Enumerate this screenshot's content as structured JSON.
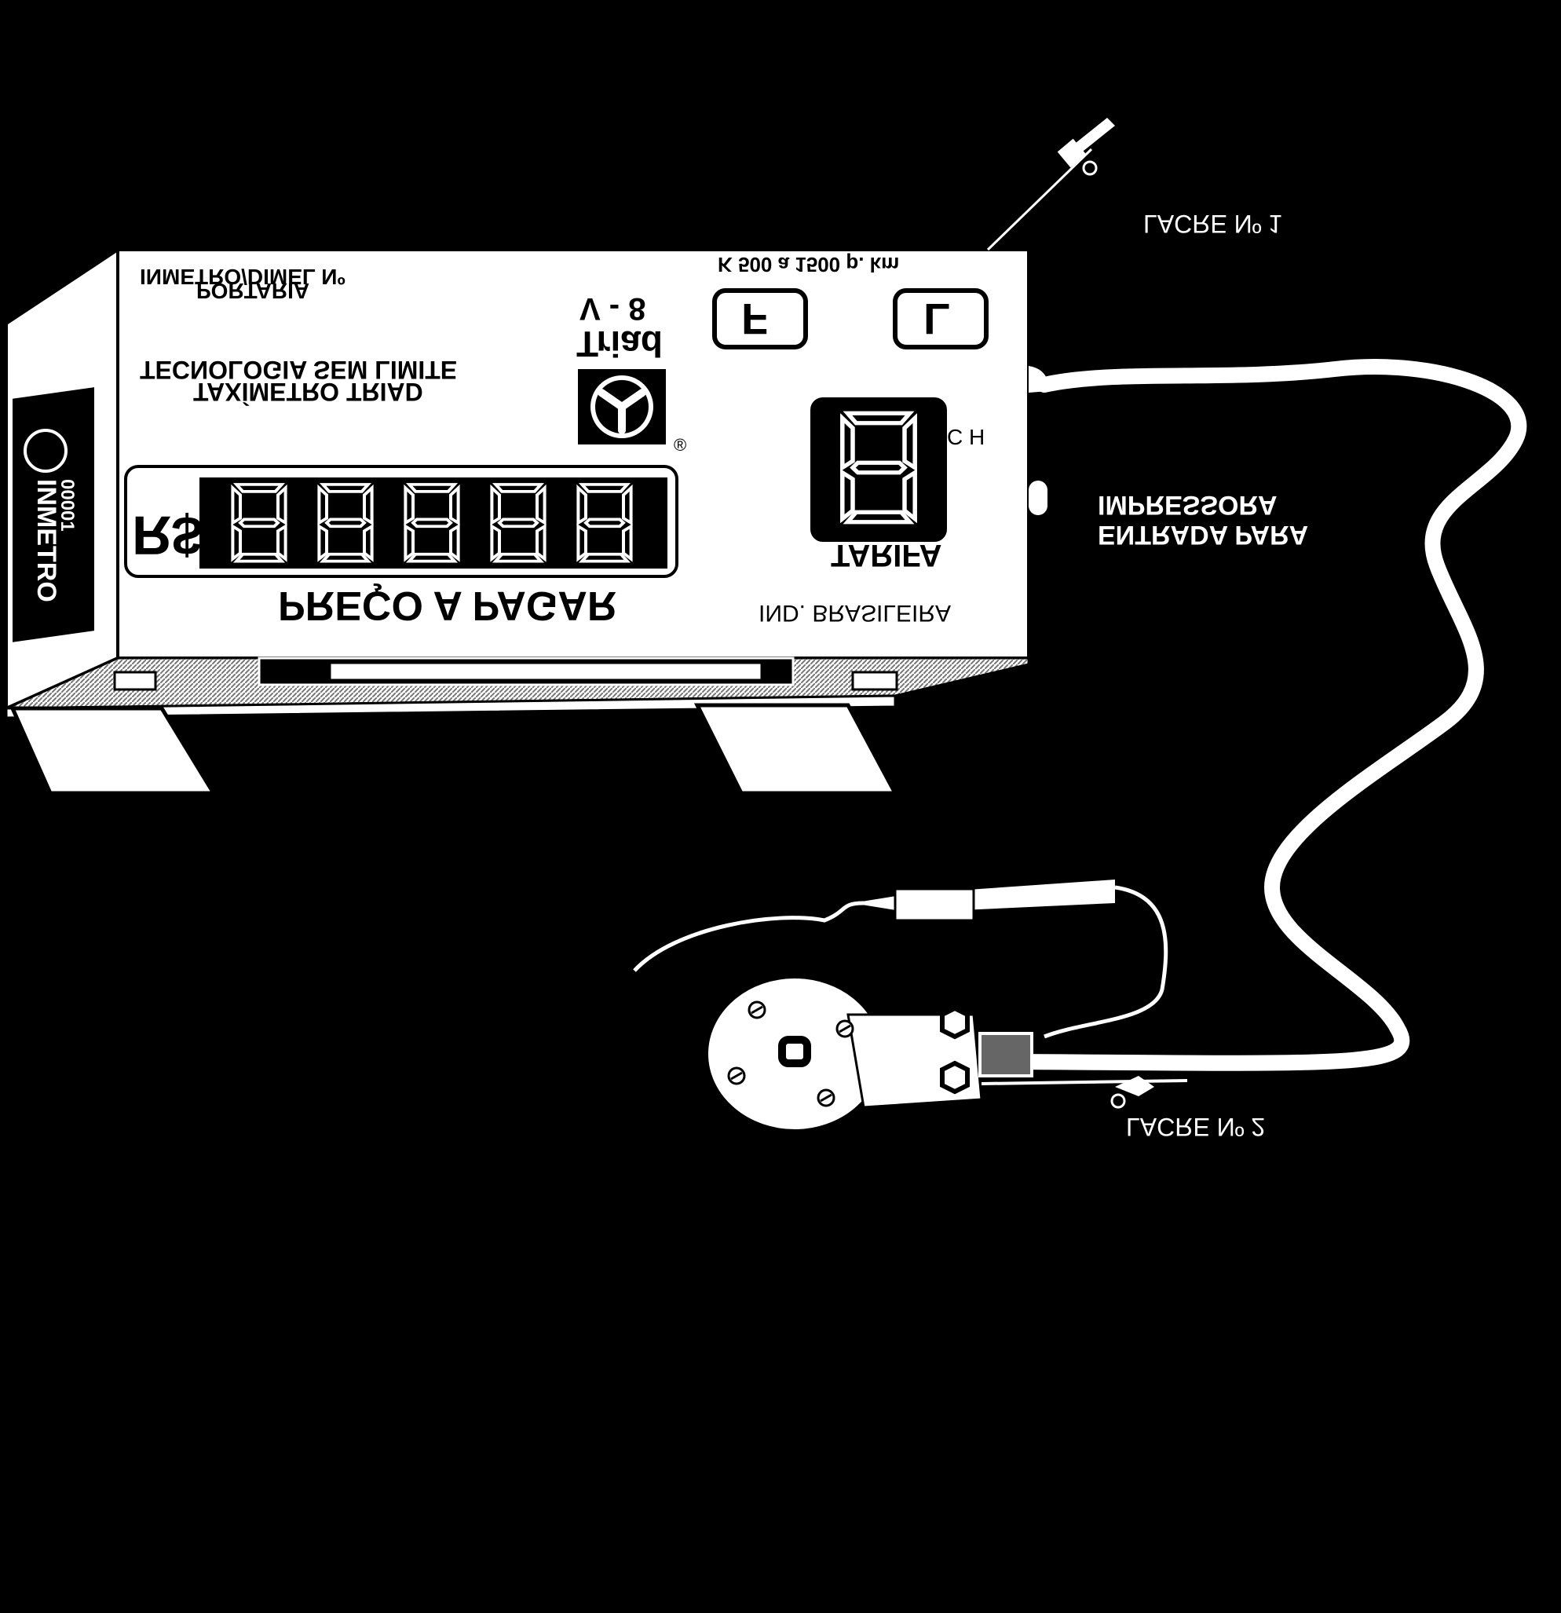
{
  "colors": {
    "background": "#000000",
    "device_face": "#ffffff",
    "ink": "#000000",
    "shade": "#8a8a8a"
  },
  "device": {
    "side_label": "INMETRO",
    "side_code": "00001",
    "portaria_title": "PORTARIA",
    "inmetro_label": "INMETRO/DIMEL Nº",
    "brand_title": "TAXÍMETRO TRIAD",
    "slogan": "TECNOLOGIA SEM LIMITE",
    "brand_logo_text": "Triad",
    "model": "V - 8",
    "registered_mark": "®",
    "pulse_range": "K 500 a 1500 p. km",
    "button_f_label": "F",
    "button_l_label": "L",
    "tariff_digit": "8",
    "ch_label": "C H",
    "tariff_label": "TARIFA",
    "currency": "R$",
    "price_digits": [
      "8",
      "8",
      "8",
      "8",
      "8"
    ],
    "price_label": "PREÇO A PAGAR",
    "industry_label": "IND. BRASILEIRA"
  },
  "labels": {
    "lacre_1": "LACRE Nº 1",
    "printer_input_line1": "ENTRADA PARA",
    "printer_input_line2": "IMPRESSORA",
    "lacre_2": "LACRE Nº 2"
  }
}
